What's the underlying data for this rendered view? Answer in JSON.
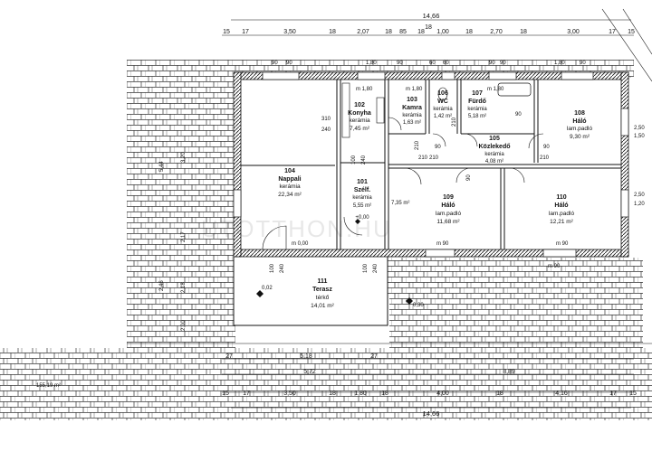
{
  "watermark": "UTOTTHON.HU",
  "dimensions": {
    "top_total": "14,66",
    "top_segments": [
      "15",
      "17",
      "3,50",
      "18",
      "2,07",
      "18",
      "85",
      "18",
      "1,00",
      "18",
      "2,70",
      "18",
      "3,00",
      "17",
      "15"
    ],
    "bottom_total": "14,66",
    "bottom_segments": [
      "15",
      "17",
      "3,50",
      "18",
      "1,80",
      "18",
      "4,00",
      "18",
      "4,16",
      "17",
      "15"
    ],
    "bottom_mid1": [
      "27",
      "5,18",
      "27"
    ],
    "bottom_mid2": [
      "5,72",
      "8,89"
    ],
    "top_secondary": "18",
    "top_openings": [
      "90",
      "90",
      "1,80",
      "90",
      "60",
      "60",
      "90",
      "90",
      "1,80",
      "90"
    ],
    "left_side": [
      "5,44",
      "3,20",
      "2,17",
      "2,46",
      "2,18",
      "2,00"
    ],
    "right_side": [
      "2,50",
      "1,50",
      "2,50",
      "1,20"
    ]
  },
  "rooms": [
    {
      "num": "104",
      "name": "Nappali",
      "floor": "kerámia",
      "area": "22,34 m²"
    },
    {
      "num": "102",
      "name": "Konyha",
      "floor": "kerámia",
      "area": "7,45 m²"
    },
    {
      "num": "103",
      "name": "Kamra",
      "floor": "kerámia",
      "area": "1,63 m²"
    },
    {
      "num": "106",
      "name": "WC",
      "floor": "kerámia",
      "area": "1,42 m²"
    },
    {
      "num": "107",
      "name": "Fürdő",
      "floor": "kerámia",
      "area": "5,18 m²"
    },
    {
      "num": "108",
      "name": "Háló",
      "floor": "lam.padló",
      "area": "9,30 m²"
    },
    {
      "num": "105",
      "name": "Közlekedő",
      "floor": "kerámia",
      "area": "4,08 m²"
    },
    {
      "num": "101",
      "name": "Szélf.",
      "floor": "kerámia",
      "area": "5,55 m²"
    },
    {
      "num": "109",
      "name": "Háló",
      "floor": "lam.padló",
      "area": "11,68 m²"
    },
    {
      "num": "110",
      "name": "Háló",
      "floor": "lam.padló",
      "area": "12,21 m²"
    },
    {
      "num": "111",
      "name": "Terasz",
      "floor": "térkő",
      "area": "14,01 m²"
    }
  ],
  "annotations": {
    "paved_area": "155,19 m²",
    "level_zero": "+0,00",
    "level_terrace": "0,02",
    "level_outside": "0,30",
    "hall_area_fragment": "7,35 m²",
    "m_labels": [
      "m 1,80",
      "m 1,80",
      "m 1,80",
      "m 0,00",
      "m 90",
      "m 90",
      "m 90"
    ],
    "door_labels": [
      "210",
      "210",
      "210",
      "210",
      "210",
      "90",
      "90",
      "90",
      "90",
      "100",
      "240",
      "100",
      "240",
      "100",
      "240"
    ],
    "kitchen_dims": [
      "310",
      "240"
    ]
  }
}
